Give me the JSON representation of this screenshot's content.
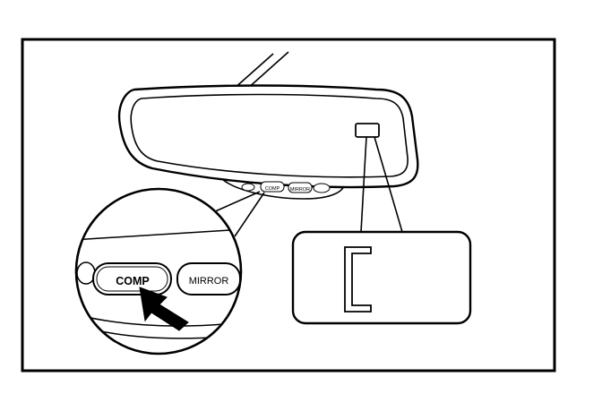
{
  "figure": {
    "buttons": {
      "comp_label": "COMP",
      "mirror_label": "MIRROR",
      "small_comp_label": "COMP",
      "small_mirror_label": "MIRROR"
    },
    "display": {
      "character": "C"
    },
    "icons": {
      "pointer": "arrow-pointer-icon",
      "display_window": "compass-display-icon"
    },
    "colors": {
      "ink": "#000000",
      "paper": "#ffffff"
    }
  }
}
